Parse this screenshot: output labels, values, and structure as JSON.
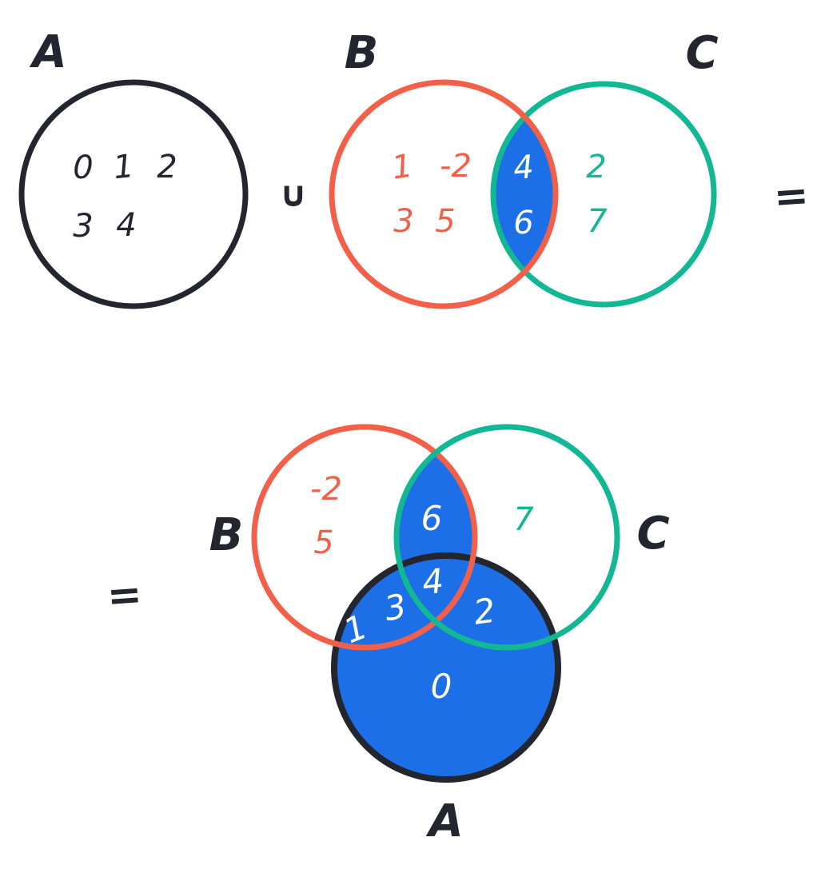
{
  "colors": {
    "ink": "#23262E",
    "red": "#F2604A",
    "teal": "#12B794",
    "blue": "#1D6FE8",
    "white": "#FFFFFF"
  },
  "operators": {
    "union": "∪",
    "equals_top": "=",
    "equals_bottom": "="
  },
  "top": {
    "set_a": {
      "label": "A",
      "row1": [
        "0",
        "1",
        "2"
      ],
      "row2": [
        "3",
        "4"
      ]
    },
    "set_b": {
      "label": "B",
      "row1": [
        "1",
        "-2"
      ],
      "row2": [
        "3",
        "5"
      ]
    },
    "intersection_bc": {
      "row1": "4",
      "row2": "6"
    },
    "set_c": {
      "label": "C",
      "row1": "2",
      "row2": "7"
    }
  },
  "bottom": {
    "set_b": {
      "label": "B",
      "only": [
        "-2",
        "5"
      ]
    },
    "set_c": {
      "label": "C",
      "only": [
        "7"
      ]
    },
    "set_a": {
      "label": "A"
    },
    "regions": {
      "bc_only": "6",
      "abc": "4",
      "ab_only": [
        "1",
        "3"
      ],
      "ac_only": "2",
      "a_only": "0"
    }
  }
}
